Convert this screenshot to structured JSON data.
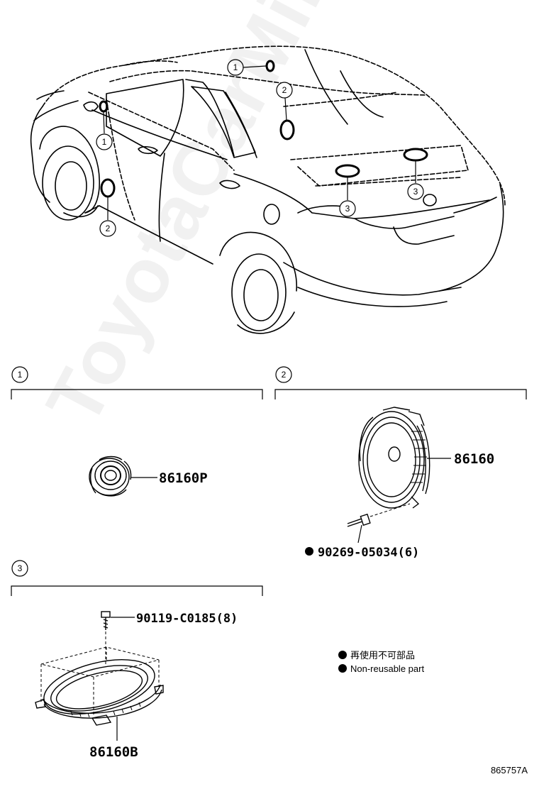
{
  "callouts": {
    "c1": "1",
    "c2": "2",
    "c3": "3"
  },
  "parts": {
    "tweeter": "86160P",
    "front_speaker": "86160",
    "front_screw": "90269-05034(6)",
    "rear_screw": "90119-C0185(8)",
    "rear_speaker": "86160B"
  },
  "legend": {
    "line1": "再使用不可部品",
    "line2": "Non-reusable part"
  },
  "figure_id": "865757A",
  "watermark": "ToyotaCarMine.ru",
  "colors": {
    "ink": "#000000",
    "watermark": "#d8d8d8"
  }
}
